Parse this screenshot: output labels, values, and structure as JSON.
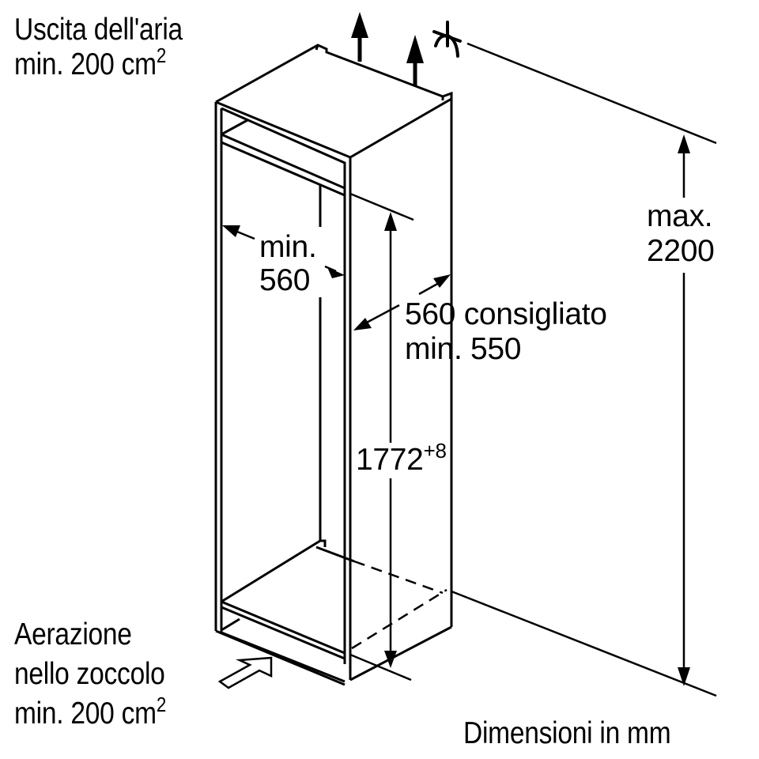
{
  "labels": {
    "air_outlet": {
      "line1": "Uscita dell'aria",
      "line2_prefix": "min. 200 cm",
      "line2_sup": "2"
    },
    "min_width": {
      "line1": "min.",
      "line2": "560"
    },
    "depth": {
      "line1": "560 consigliato",
      "line2": "min. 550"
    },
    "niche_height": {
      "value": "1772",
      "tolerance": "+8"
    },
    "max_height": {
      "line1": "max.",
      "line2": "2200"
    },
    "plinth_vent": {
      "line1": "Aerazione",
      "line2": "nello zoccolo",
      "line3_prefix": "min. 200 cm",
      "line3_sup": "2"
    },
    "units_note": "Dimensioni in mm"
  },
  "icons": {
    "air_up_arrows": "up-arrow-icon",
    "ceiling_symbol": "ceiling-tilde-icon",
    "air_in_arrow": "outline-arrow-icon"
  },
  "colors": {
    "line": "#000000",
    "background": "#ffffff"
  }
}
